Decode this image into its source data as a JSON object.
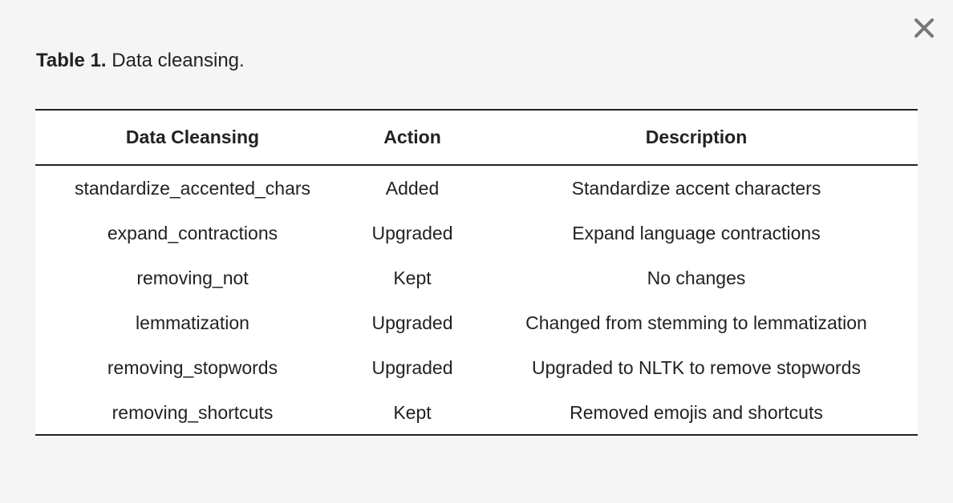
{
  "caption": {
    "label": "Table 1.",
    "text": "Data cleansing."
  },
  "table": {
    "headers": [
      "Data Cleansing",
      "Action",
      "Description"
    ],
    "rows": [
      [
        "standardize_accented_chars",
        "Added",
        "Standardize accent characters"
      ],
      [
        "expand_contractions",
        "Upgraded",
        "Expand language contractions"
      ],
      [
        "removing_not",
        "Kept",
        "No changes"
      ],
      [
        "lemmatization",
        "Upgraded",
        "Changed from stemming to lemmatization"
      ],
      [
        "removing_stopwords",
        "Upgraded",
        "Upgraded to NLTK to remove stopwords"
      ],
      [
        "removing_shortcuts",
        "Kept",
        "Removed emojis and shortcuts"
      ]
    ]
  },
  "icons": {
    "close": "close-icon"
  },
  "colors": {
    "background": "#f5f5f5",
    "table_background": "#ffffff",
    "rule": "#222222",
    "close_icon": "#777777"
  }
}
